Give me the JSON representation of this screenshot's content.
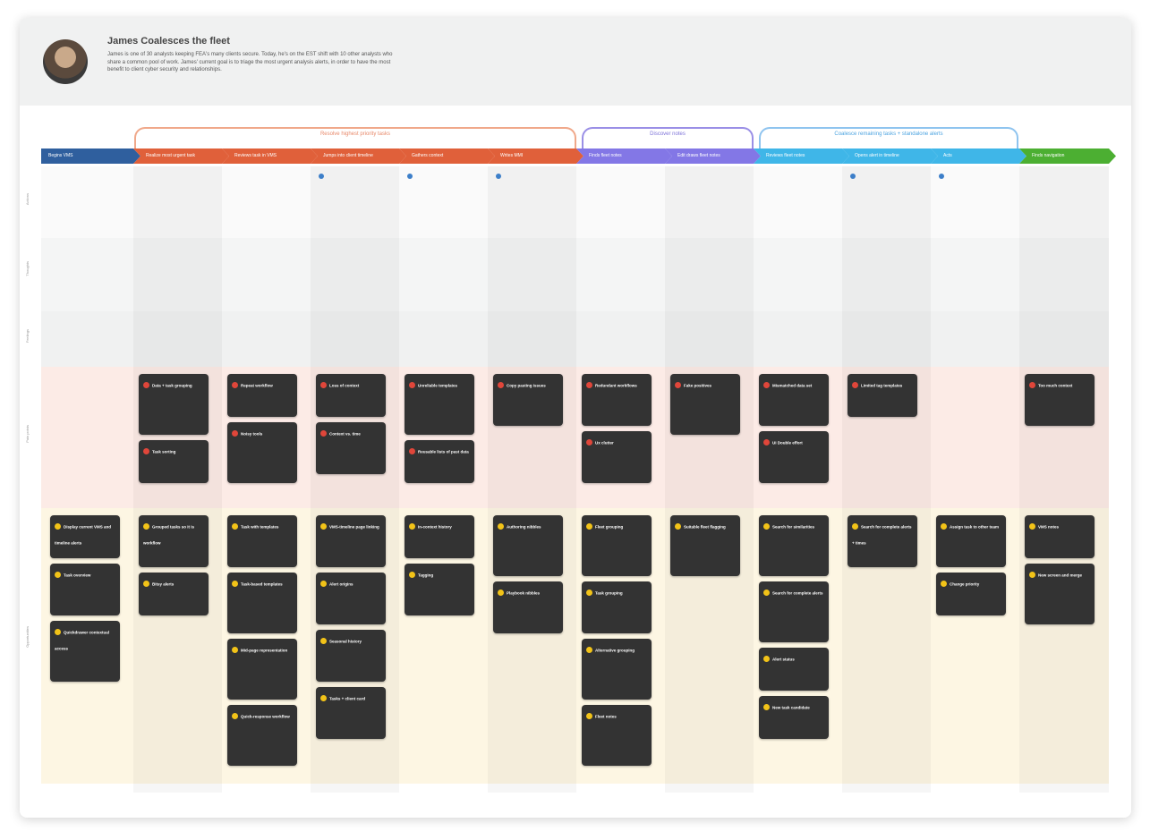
{
  "header": {
    "title": "James Coalesces the fleet",
    "description": "James is one of 30 analysts keeping FEA's many clients secure. Today, he's on the EST shift with 10 other analysts who share a common pool of work. James' current goal is to triage the most urgent analysis alerts, in order to have the most benefit to client cyber security and relationships."
  },
  "phases": [
    {
      "label": "Resolve highest priority tasks",
      "color": "#f0a88a"
    },
    {
      "label": "Discover notes",
      "color": "#9a8fe6"
    },
    {
      "label": "Coalesce remaining tasks + standalone alerts",
      "color": "#8fc4ef"
    }
  ],
  "steps": [
    {
      "label": "Begins VMS",
      "color": "#2f5f9e"
    },
    {
      "label": "Realize most urgent task",
      "color": "#e0603a"
    },
    {
      "label": "Reviews task in VMS",
      "color": "#e0603a"
    },
    {
      "label": "Jumps into client timeline",
      "color": "#e0603a"
    },
    {
      "label": "Gathers context",
      "color": "#e0603a"
    },
    {
      "label": "Writes MMI",
      "color": "#e0603a"
    },
    {
      "label": "Finds fleet notes",
      "color": "#8377e6"
    },
    {
      "label": "Edit draws fleet notes",
      "color": "#8377e6"
    },
    {
      "label": "Reviews fleet notes",
      "color": "#3fb6e8"
    },
    {
      "label": "Opens alert in timeline",
      "color": "#3fb6e8"
    },
    {
      "label": "Acts",
      "color": "#3fb6e8"
    },
    {
      "label": "Finds navigation",
      "color": "#4caf32"
    }
  ],
  "row_labels": [
    "Actions",
    "Thoughts",
    "Feelings",
    "Pain points",
    "Opportunities"
  ],
  "pain_cards": [
    [],
    [
      {
        "title": "Data + task grouping"
      },
      {
        "title": "Task sorting"
      }
    ],
    [
      {
        "title": "Repeat workflow"
      },
      {
        "title": "Noisy tools"
      }
    ],
    [
      {
        "title": "Loss of context"
      },
      {
        "title": "Context vs. time"
      }
    ],
    [
      {
        "title": "Unreliable templates"
      },
      {
        "title": "Reusable lists of past data"
      }
    ],
    [
      {
        "title": "Copy pasting issues"
      }
    ],
    [
      {
        "title": "Redundant workflows"
      },
      {
        "title": "Ux clutter"
      }
    ],
    [
      {
        "title": "Fake positives"
      }
    ],
    [
      {
        "title": "Mismatched data set"
      },
      {
        "title": "UI Double effort"
      }
    ],
    [
      {
        "title": "Limited tag templates"
      }
    ],
    [],
    [
      {
        "title": "Too much context"
      }
    ]
  ],
  "opp_cards": [
    [
      {
        "title": "Display current VMS and timeline alerts"
      },
      {
        "title": "Task overview"
      },
      {
        "title": "Quickdrawer contextual access"
      }
    ],
    [
      {
        "title": "Grouped tasks so it is workflow"
      },
      {
        "title": "Bitsy alerts"
      }
    ],
    [
      {
        "title": "Task with templates"
      },
      {
        "title": "Task-based templates"
      },
      {
        "title": "Mid-page representation"
      },
      {
        "title": "Quick-response workflow"
      }
    ],
    [
      {
        "title": "VMS-timeline page linking"
      },
      {
        "title": "Alert origins"
      },
      {
        "title": "Seasonal history"
      },
      {
        "title": "Tasks + client card"
      }
    ],
    [
      {
        "title": "In-context history"
      },
      {
        "title": "Tagging"
      }
    ],
    [
      {
        "title": "Authoring nibbles"
      },
      {
        "title": "Playbook nibbles"
      }
    ],
    [
      {
        "title": "Fleet grouping"
      },
      {
        "title": "Task grouping"
      },
      {
        "title": "Alternative grouping"
      },
      {
        "title": "Fleet notes"
      }
    ],
    [
      {
        "title": "Suitable fleet flagging"
      }
    ],
    [
      {
        "title": "Search for similarities"
      },
      {
        "title": "Search for complete alerts"
      },
      {
        "title": "Alert status"
      },
      {
        "title": "New task candidate"
      }
    ],
    [
      {
        "title": "Search for complete alerts + times"
      }
    ],
    [
      {
        "title": "Assign task to other team"
      },
      {
        "title": "Change priority"
      }
    ],
    [
      {
        "title": "VMS notes"
      },
      {
        "title": "New screen and merge"
      }
    ]
  ],
  "colors": {
    "pain_bg": "#fcebe6",
    "opp_bg": "#fdf6e3",
    "pain_dot": "#e0463a",
    "opp_dot": "#f2c318"
  }
}
